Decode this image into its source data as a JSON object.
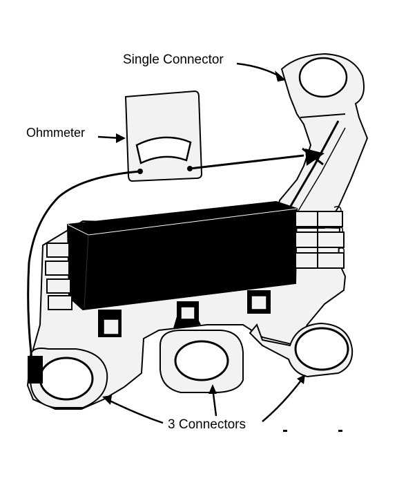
{
  "labels": {
    "single_connector": "Single Connector",
    "ohmmeter": "Ohmmeter",
    "three_connectors": "3 Connectors"
  },
  "colors": {
    "ink": "#000000",
    "paper": "#ffffff",
    "metal": "#f2f2f2"
  }
}
